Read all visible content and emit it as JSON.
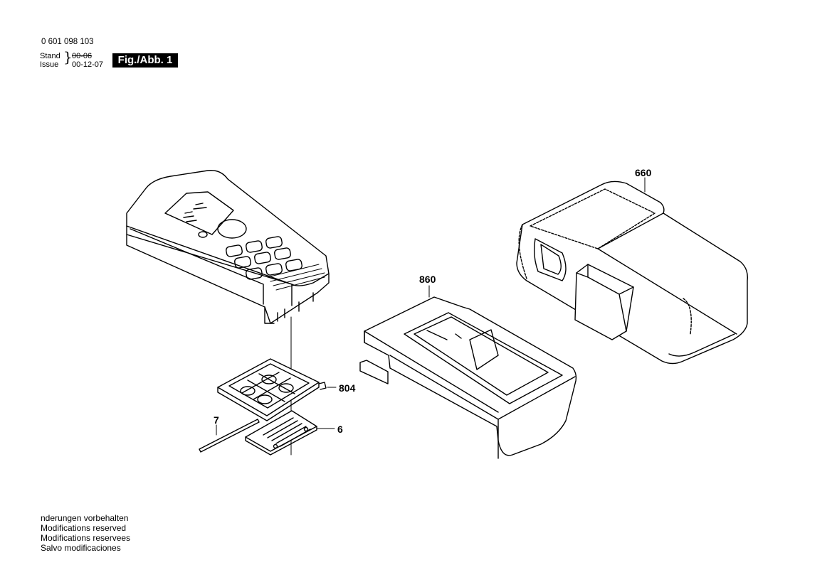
{
  "header": {
    "doc_number": "0 601 098 103",
    "stand_label": "Stand",
    "issue_label": "Issue",
    "stand_date": "00-06",
    "issue_date": "00-12-07",
    "figure_label": "Fig./Abb. 1"
  },
  "callouts": {
    "meter": "",
    "battery_tray": "804",
    "pin": "7",
    "cover": "6",
    "holster": "860",
    "case": "660"
  },
  "footer": {
    "notes": [
      "nderungen vorbehalten",
      "Modifications reserved",
      "Modifications reservees",
      "Salvo modificaciones"
    ]
  }
}
